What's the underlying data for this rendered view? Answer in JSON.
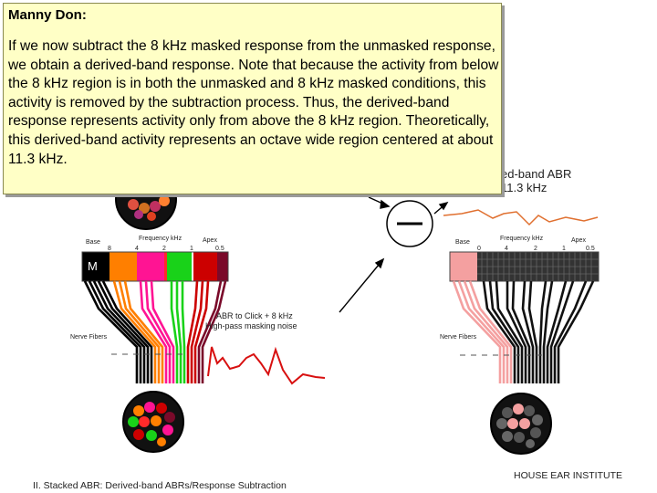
{
  "note": {
    "author": "Manny Don:",
    "body": "If we now subtract the 8 kHz masked response from the unmasked response, we obtain a derived-band response.  Note that because the activity from below the 8 kHz region is in both the unmasked and 8 kHz masked conditions, this activity is removed by the subtraction process.  Thus, the derived-band response represents activity only from above the 8 kHz region. Theoretically, this derived-band activity represents an octave wide region centered at about 11.3 kHz."
  },
  "diagram": {
    "right_title_line1": "ed-band ABR",
    "right_title_line2": "11.3 kHz",
    "operator_symbol": "minus",
    "left_cochlea": {
      "base": "Base",
      "freq": "Frequency kHz",
      "apex": "Apex",
      "ticks": [
        "8",
        "4",
        "2",
        "1",
        "0.5"
      ],
      "marker": "M",
      "nerve": "Nerve Fibers",
      "caption_line1": "ABR to Click + 8 kHz",
      "caption_line2": "High-pass masking noise"
    },
    "right_cochlea": {
      "base": "Base",
      "freq": "Frequency kHz",
      "apex": "Apex",
      "ticks": [
        "0",
        "4",
        "2",
        "1",
        "0.5"
      ],
      "nerve": "Nerve Fibers"
    },
    "colors": {
      "band_1": "#000000",
      "band_2": "#ff7f00",
      "band_3": "#ff1493",
      "band_4": "#ff2a2a",
      "band_5": "#19d219",
      "band_6": "#cc0000",
      "band_7": "#7a0a2a",
      "derived_band": "#f4a0a0",
      "waveform": "#d81010",
      "waveform_right": "#e07030"
    }
  },
  "footer": {
    "left": "II. Stacked ABR: Derived-band ABRs/Response Subtraction",
    "right": "HOUSE  EAR  INSTITUTE"
  }
}
